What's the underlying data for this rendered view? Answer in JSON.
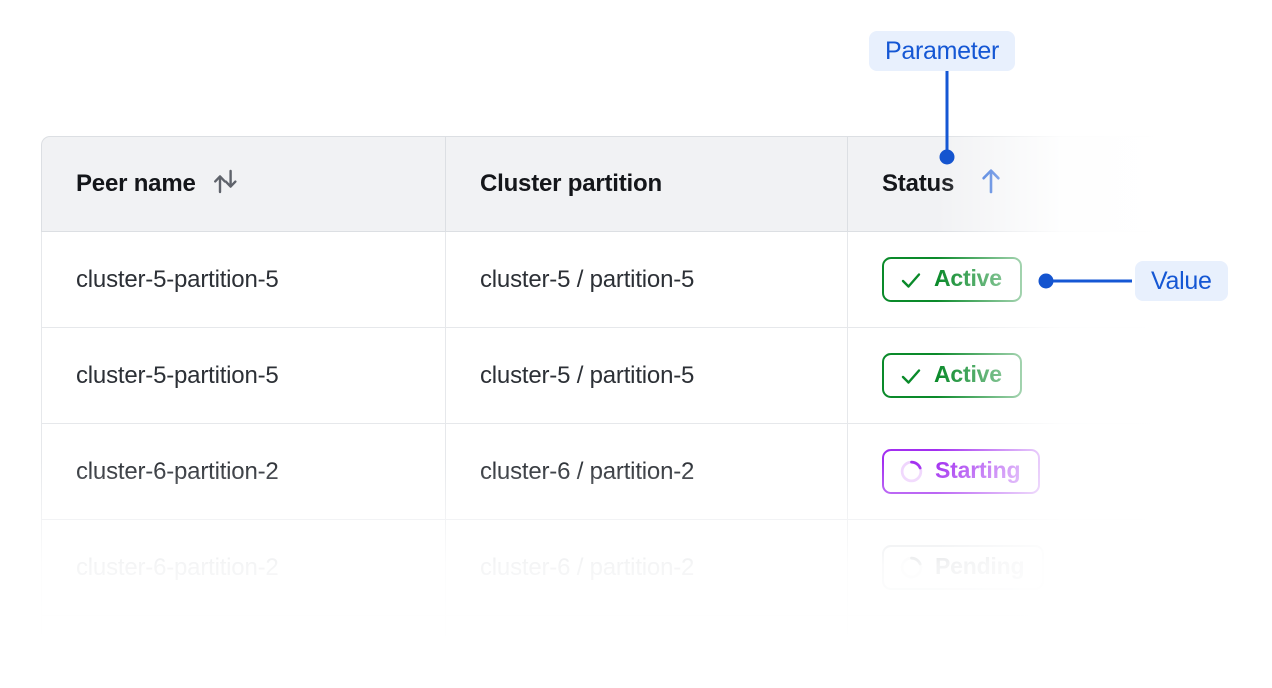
{
  "table": {
    "columns": [
      {
        "label": "Peer name",
        "sort_icon": "sort-both-icon",
        "sorted": false
      },
      {
        "label": "Cluster partition",
        "sort_icon": null,
        "sorted": false
      },
      {
        "label": "Status",
        "sort_icon": "arrow-up-icon",
        "sorted": true
      }
    ],
    "rows": [
      {
        "peer_name": "cluster-5-partition-5",
        "cluster_partition": "cluster-5 / partition-5",
        "status": "Active",
        "status_kind": "active",
        "status_icon": "check-icon",
        "dimmed": false
      },
      {
        "peer_name": "cluster-5-partition-5",
        "cluster_partition": "cluster-5 / partition-5",
        "status": "Active",
        "status_kind": "active",
        "status_icon": "check-icon",
        "dimmed": false
      },
      {
        "peer_name": "cluster-6-partition-2",
        "cluster_partition": "cluster-6 / partition-2",
        "status": "Starting",
        "status_kind": "starting",
        "status_icon": "spinner-icon",
        "dimmed": false
      },
      {
        "peer_name": "cluster-6-partition-2",
        "cluster_partition": "cluster-6 / partition-2",
        "status": "Pending",
        "status_kind": "pending",
        "status_icon": "spinner-icon",
        "dimmed": true
      },
      {
        "peer_name": "",
        "cluster_partition": "",
        "status": "",
        "status_kind": "pending",
        "status_icon": "spinner-icon",
        "dimmed": true
      }
    ]
  },
  "annotations": {
    "parameter_label": "Parameter",
    "value_label": "Value"
  },
  "colors": {
    "accent_blue": "#1557d4",
    "annotation_bg": "#e8f0fd",
    "active_green": "#0a8a2a",
    "starting_purple": "#a22ef0",
    "pending_gray": "#9aa0a6",
    "header_bg": "#f1f2f4",
    "border": "#dcdfe3"
  }
}
